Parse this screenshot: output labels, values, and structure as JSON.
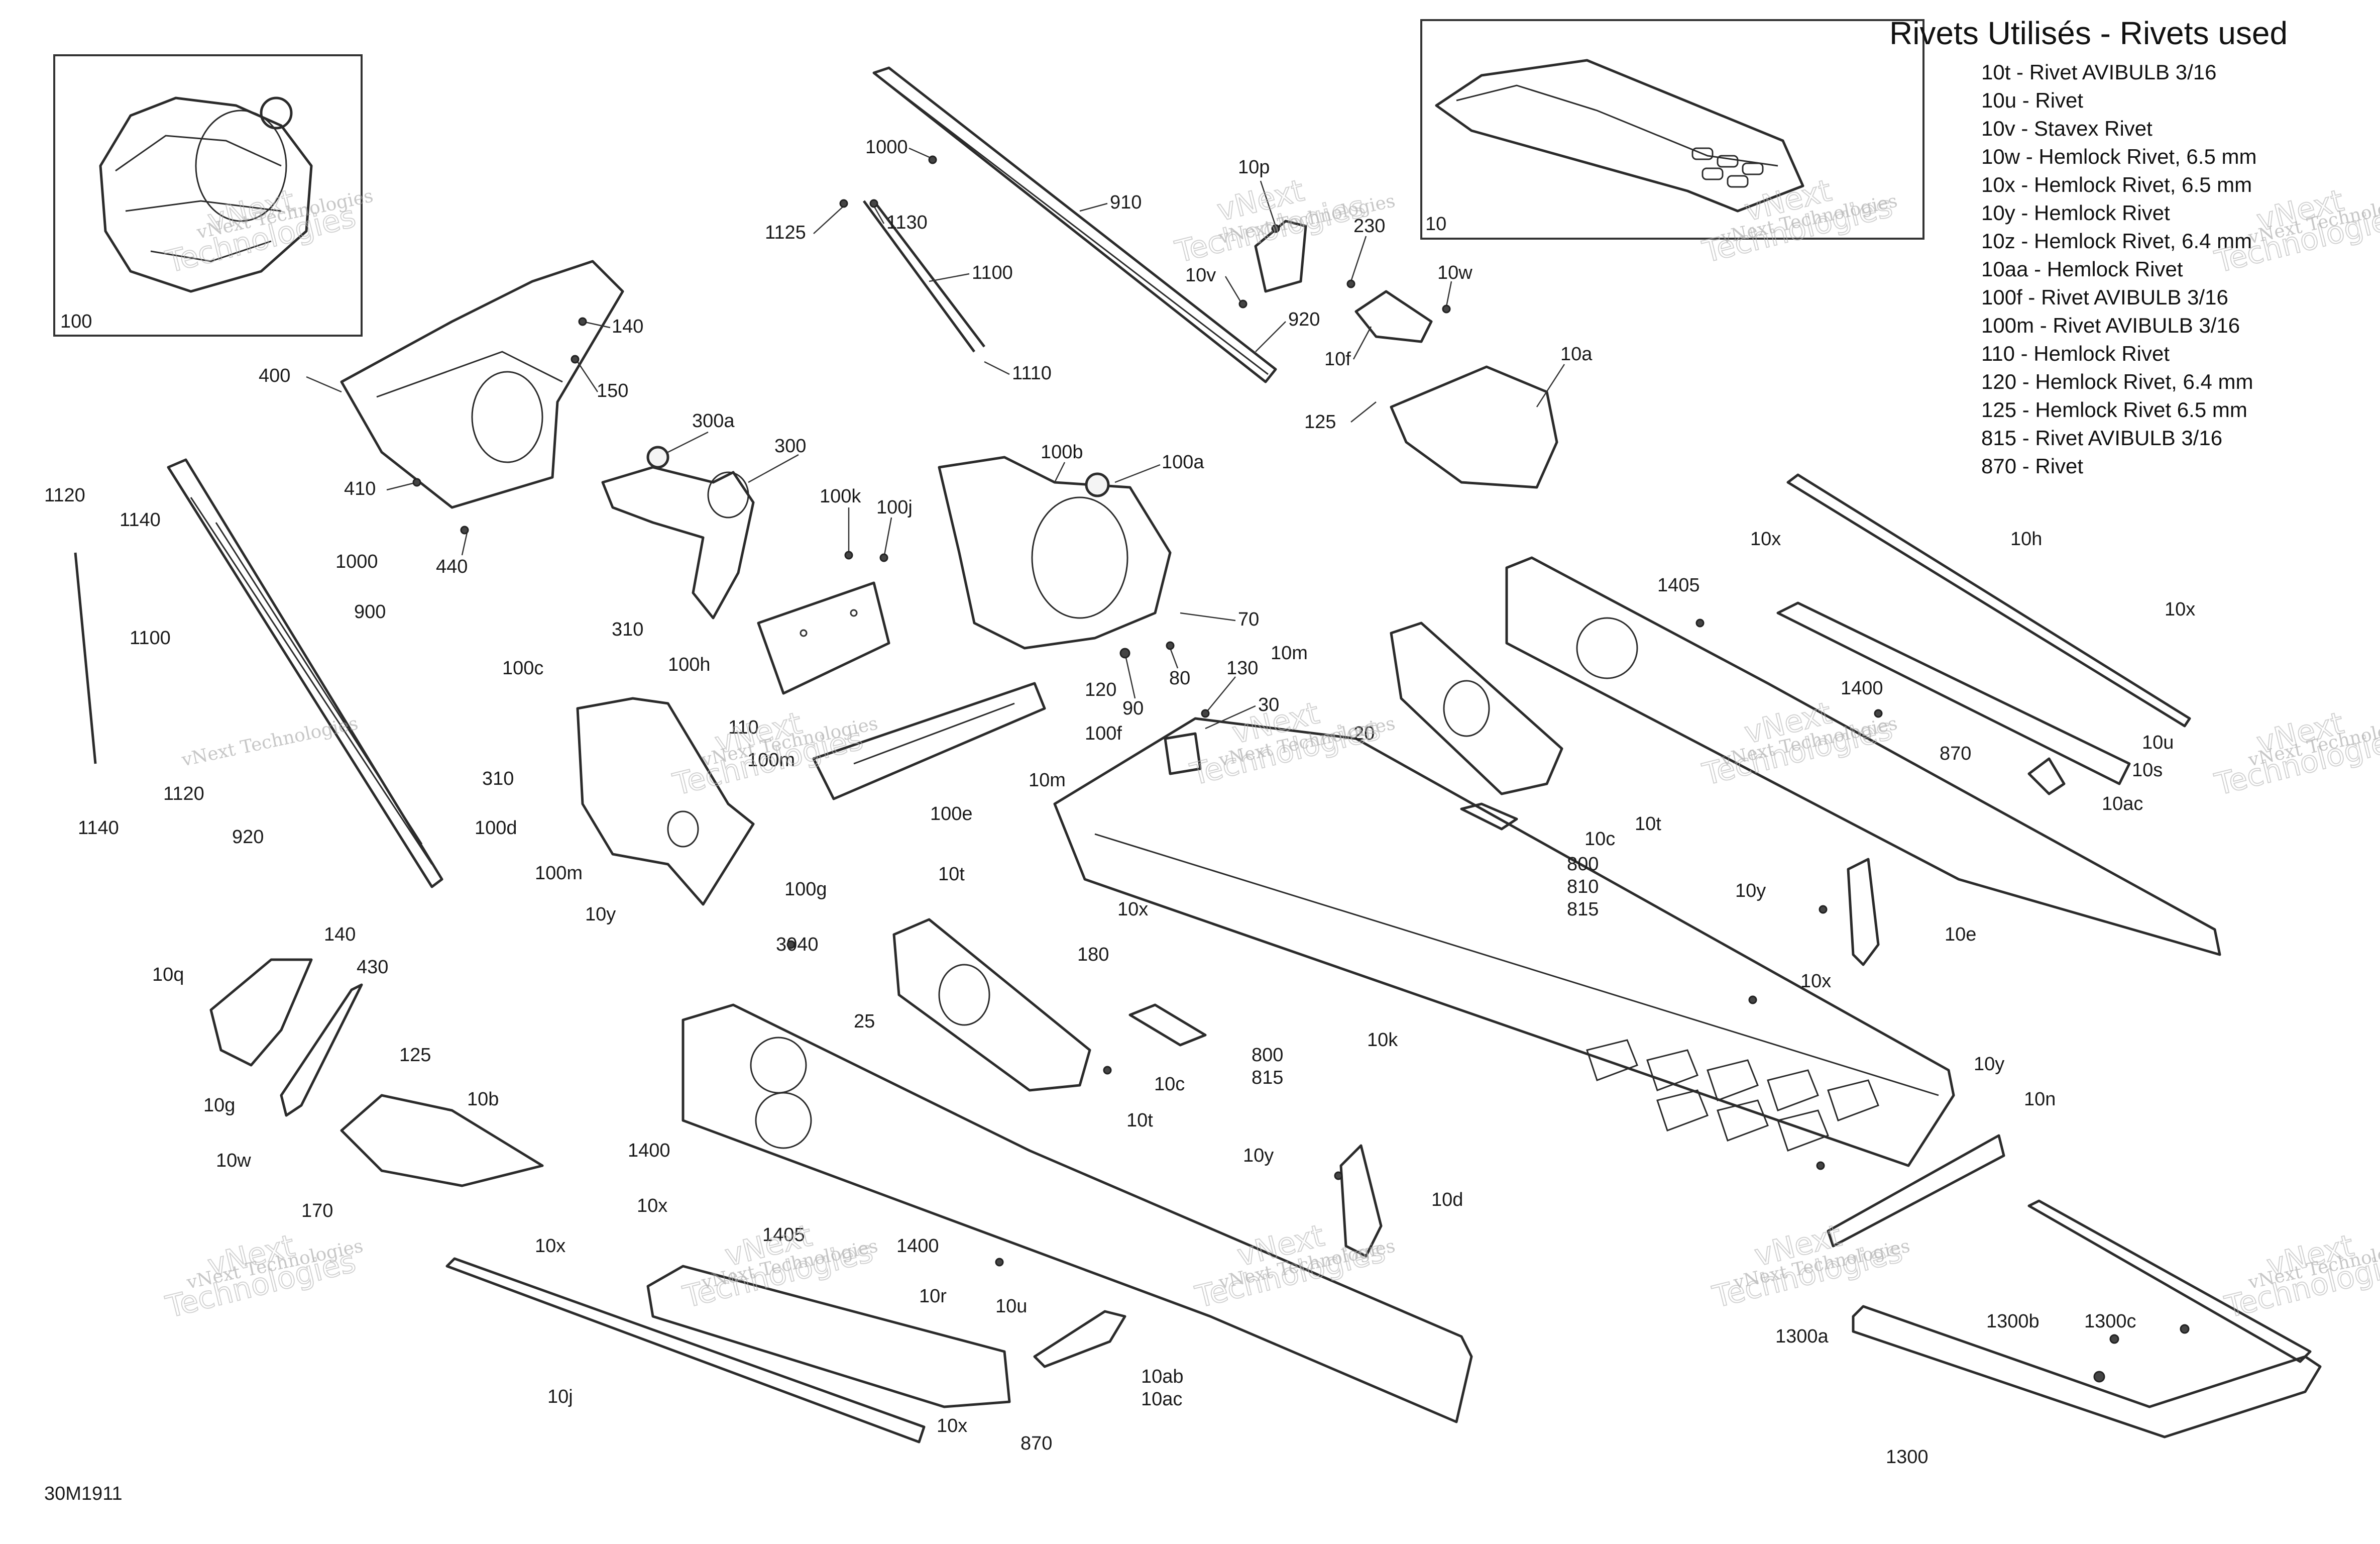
{
  "diagram_code": "30M1911",
  "legend": {
    "title": "Rivets Utilisés - Rivets used",
    "items": [
      "10t - Rivet AVIBULB 3/16",
      "10u - Rivet",
      "10v - Stavex Rivet",
      "10w - Hemlock Rivet, 6.5 mm",
      "10x - Hemlock Rivet, 6.5 mm",
      "10y - Hemlock Rivet",
      "10z - Hemlock Rivet, 6.4 mm",
      "10aa - Hemlock Rivet",
      "100f - Rivet AVIBULB 3/16",
      "100m - Rivet AVIBULB 3/16",
      "110 - Hemlock Rivet",
      "120 - Hemlock Rivet, 6.4 mm",
      "125 - Hemlock Rivet 6.5 mm",
      "815 - Rivet AVIBULB 3/16",
      "870 - Rivet"
    ]
  },
  "insets": [
    {
      "label": "100"
    },
    {
      "label": "10"
    }
  ],
  "watermark": {
    "line1": "vNext Technologies",
    "line2a": "vNext",
    "line2b": "Technologies"
  },
  "callouts": [
    "1000",
    "1125",
    "1130",
    "910",
    "1100",
    "1110",
    "10p",
    "230",
    "10v",
    "920",
    "10f",
    "10w",
    "125",
    "10a",
    "140",
    "150",
    "400",
    "410",
    "440",
    "300a",
    "300",
    "100k",
    "100j",
    "100b",
    "100a",
    "70",
    "80",
    "90",
    "130",
    "30",
    "1120",
    "1140",
    "1000",
    "1100",
    "900",
    "1120",
    "1140",
    "920",
    "310",
    "100h",
    "110",
    "120",
    "100f",
    "100m",
    "100c",
    "310",
    "100d",
    "100m",
    "10y",
    "100e",
    "100g",
    "10m",
    "10m",
    "20",
    "10t",
    "10x",
    "180",
    "10c",
    "10t",
    "800",
    "810",
    "815",
    "1405",
    "1400",
    "10x",
    "10h",
    "10x",
    "870",
    "10u",
    "10s",
    "10ac",
    "10y",
    "10e",
    "10x",
    "10k",
    "10y",
    "10n",
    "140",
    "430",
    "10q",
    "125",
    "10b",
    "10g",
    "10w",
    "170",
    "10x",
    "3040",
    "25",
    "800",
    "815",
    "10c",
    "10t",
    "1400",
    "10x",
    "1405",
    "1400",
    "10r",
    "10u",
    "10ab",
    "10ac",
    "870",
    "10j",
    "10x",
    "10y",
    "10d",
    "1300b",
    "1300c",
    "1300a",
    "1300"
  ]
}
